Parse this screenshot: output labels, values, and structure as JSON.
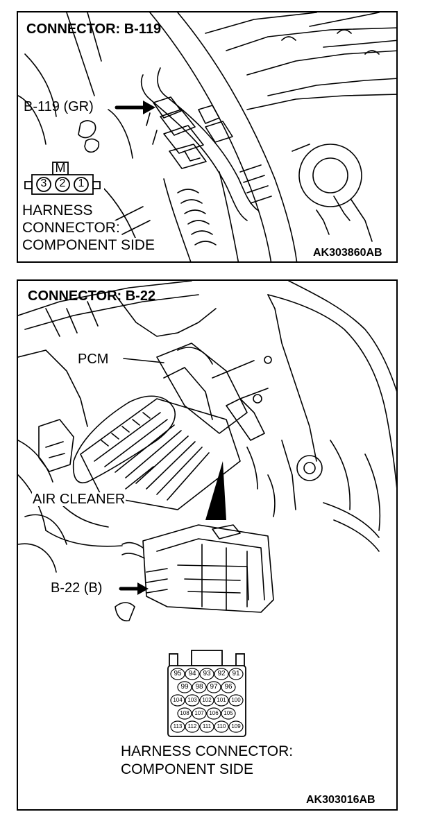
{
  "panel1": {
    "title": "CONNECTOR: B-119",
    "connector_callout": "B-119 (GR)",
    "connector_key": "M",
    "pins": [
      "3",
      "2",
      "1"
    ],
    "harness_lines": [
      "HARNESS",
      "CONNECTOR:",
      "COMPONENT SIDE"
    ],
    "figure_code": "AK303860AB"
  },
  "panel2": {
    "title": "CONNECTOR: B-22",
    "pcm_label": "PCM",
    "air_cleaner_label": "AIR CLEANER",
    "connector_callout": "B-22 (B)",
    "pin_rows": [
      [
        "95",
        "94",
        "93",
        "92",
        "91"
      ],
      [
        "99",
        "98",
        "97",
        "96"
      ],
      [
        "104",
        "103",
        "102",
        "101",
        "100"
      ],
      [
        "108",
        "107",
        "106",
        "105"
      ],
      [
        "113",
        "112",
        "111",
        "110",
        "109"
      ]
    ],
    "harness_lines": [
      "HARNESS CONNECTOR:",
      "COMPONENT SIDE"
    ],
    "figure_code": "AK303016AB"
  }
}
